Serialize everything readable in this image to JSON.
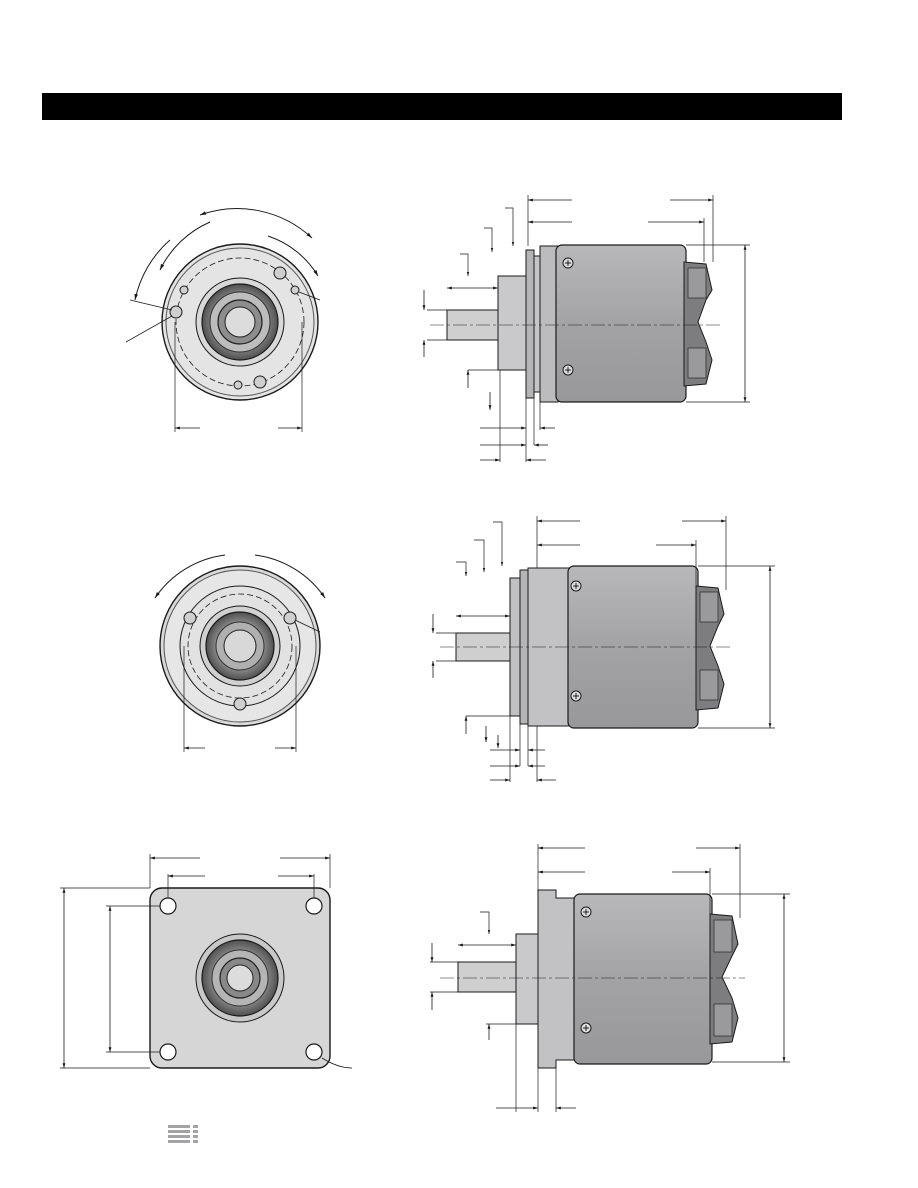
{
  "colors": {
    "header_bar": "#000000",
    "body_gray": "#a9a9ab",
    "body_dark": "#6e6e70",
    "flange_light": "#c9c9cb",
    "face_light": "#e6e6e6",
    "line": "#1a1a1a"
  },
  "figures": [
    {
      "name": "front-view-clamping-flange",
      "type": "front-round"
    },
    {
      "name": "side-view-clamping-flange",
      "type": "side-round"
    },
    {
      "name": "front-view-synchro-flange",
      "type": "front-round"
    },
    {
      "name": "side-view-synchro-flange",
      "type": "side-round"
    },
    {
      "name": "front-view-square-flange",
      "type": "front-square"
    },
    {
      "name": "side-view-square-flange",
      "type": "side-square"
    }
  ],
  "logo": {
    "icon": "brand-lines-icon"
  }
}
